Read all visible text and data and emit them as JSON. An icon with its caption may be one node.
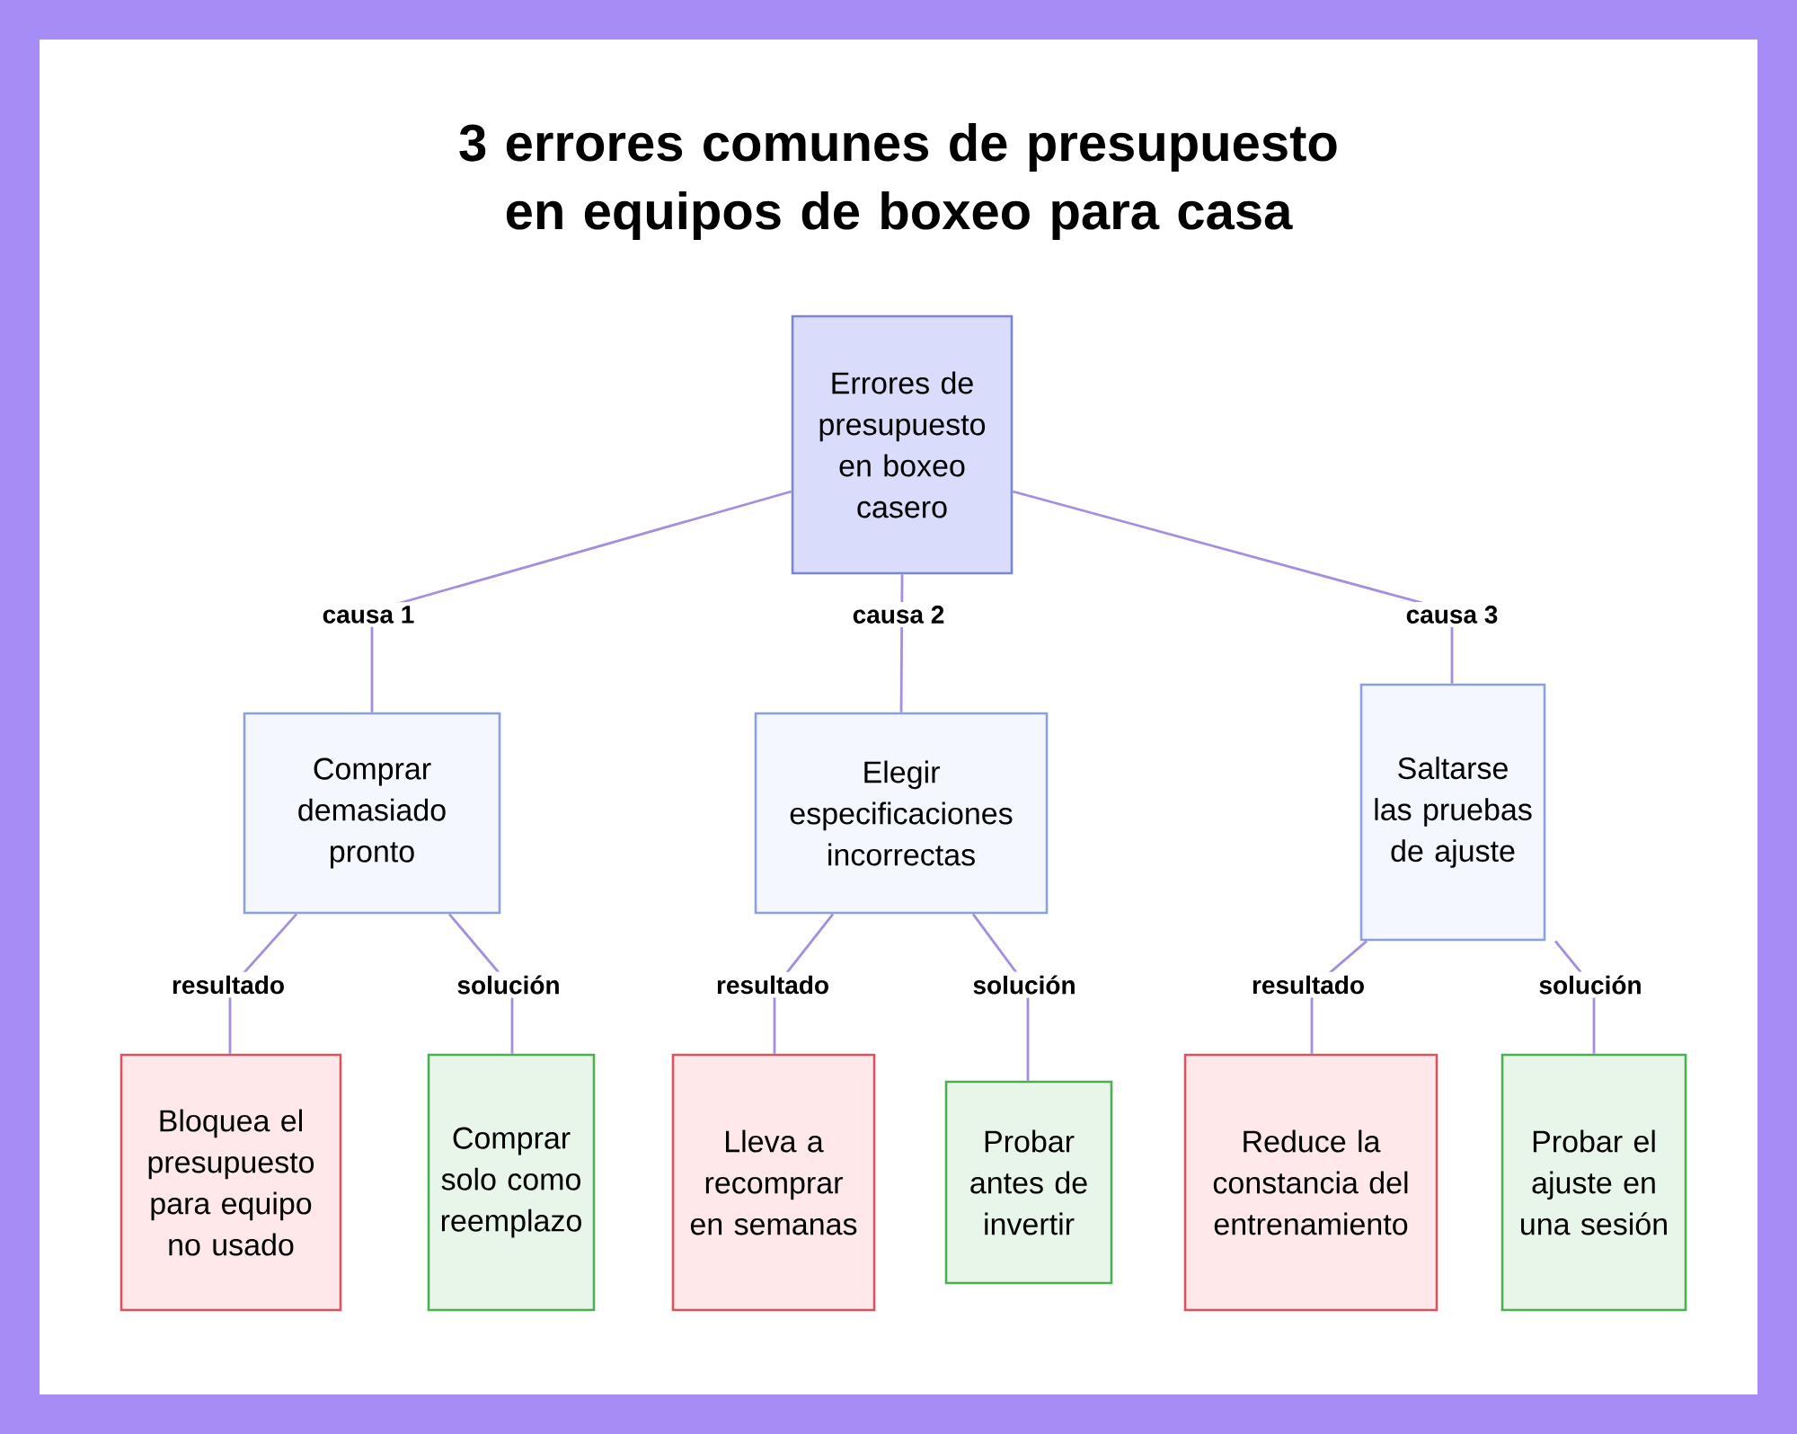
{
  "diagram": {
    "title": "3 errores comunes de presupuesto en equipos de boxeo para casa",
    "nodes": [
      {
        "text": [
          "Errores de presupuesto en boxeo casero"
        ]
      },
      {
        "text": [
          "Comprar demasiado pronto"
        ]
      },
      {
        "text": [
          "Elegir especificaciones incorrectas"
        ]
      },
      {
        "text": [
          "Saltarse las pruebas de ajuste"
        ]
      },
      {
        "text": [
          "Bloquea el presupuesto para equipo no usado"
        ]
      },
      {
        "text": [
          "Comprar solo como reemplazo"
        ]
      },
      {
        "text": [
          "Lleva a recomprar en semanas"
        ]
      },
      {
        "text": [
          "Probar antes de invertir"
        ]
      },
      {
        "text": [
          "Reduce la constancia del entrenamiento"
        ]
      },
      {
        "text": [
          "Probar el ajuste en una sesión"
        ]
      }
    ],
    "edges": [
      {
        "from": 0,
        "to": 1,
        "label": "causa 1",
        "arrow": "none"
      },
      {
        "from": 0,
        "to": 2,
        "label": "causa 2",
        "arrow": "none"
      },
      {
        "from": 0,
        "to": 3,
        "label": "causa 3",
        "arrow": "none"
      },
      {
        "from": 1,
        "to": 4,
        "label": "resultado",
        "arrow": "none"
      },
      {
        "from": 1,
        "to": 5,
        "label": "solución",
        "arrow": "none"
      },
      {
        "from": 2,
        "to": 6,
        "label": "resultado",
        "arrow": "none"
      },
      {
        "from": 2,
        "to": 7,
        "label": "solución",
        "arrow": "none"
      },
      {
        "from": 3,
        "to": 8,
        "label": "resultado",
        "arrow": "none"
      },
      {
        "from": 3,
        "to": 9,
        "label": "solución",
        "arrow": "none"
      }
    ]
  }
}
